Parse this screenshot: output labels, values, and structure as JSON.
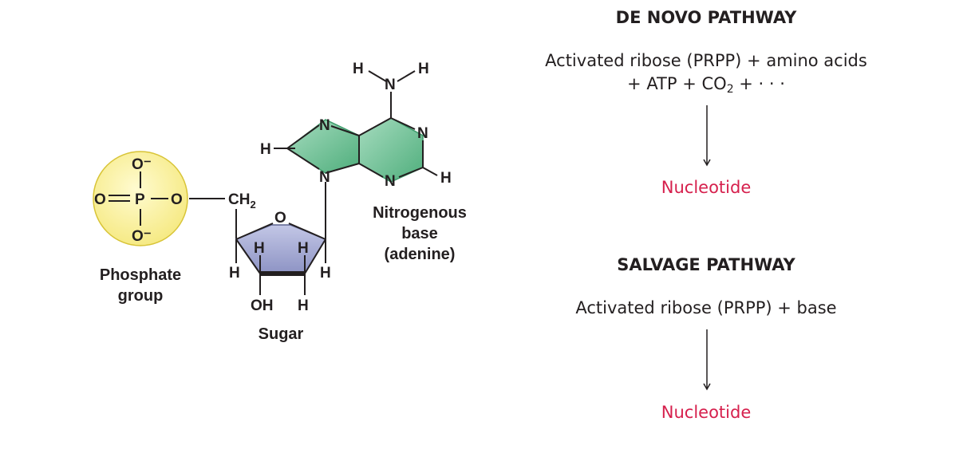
{
  "structure": {
    "atoms": {
      "phosphate_o_top": "O⁻",
      "phosphate_o_left": "O",
      "phosphate_p": "P",
      "phosphate_o_right": "O",
      "phosphate_o_bottom": "O⁻",
      "ch2": "CH",
      "ch2_sub": "2",
      "ring_o": "O",
      "sugar_h_left": "H",
      "sugar_h_inner_left": "H",
      "sugar_h_inner_right": "H",
      "sugar_h_right": "H",
      "sugar_oh": "OH",
      "sugar_h_bottom": "H",
      "amine_h_left": "H",
      "amine_n": "N",
      "amine_h_right": "H",
      "base_n7": "N",
      "base_n1": "N",
      "base_h8": "H",
      "base_n9": "N",
      "base_n3": "N",
      "base_h2": "H"
    },
    "labels": {
      "phosphate": [
        "Phosphate",
        "group"
      ],
      "sugar": "Sugar",
      "base": [
        "Nitrogenous",
        "base",
        "(adenine)"
      ]
    },
    "colors": {
      "phosphate_fill": "#fbf3a2",
      "phosphate_stroke": "#d8c437",
      "sugar_fill": "#a6acd5",
      "sugar_stroke": "#5c638f",
      "base_fill": "#80c9a3",
      "base_fill_dark": "#3e9b6b"
    }
  },
  "de_novo": {
    "title": "DE NOVO PATHWAY",
    "line1": "Activated ribose (PRPP) + amino acids",
    "line2_a": "+ ATP + CO",
    "line2_sub": "2",
    "line2_b": " + · · ·",
    "product": "Nucleotide"
  },
  "salvage": {
    "title": "SALVAGE PATHWAY",
    "line1": "Activated ribose (PRPP) + base",
    "product": "Nucleotide"
  },
  "colors": {
    "product_text": "#d6204d"
  }
}
